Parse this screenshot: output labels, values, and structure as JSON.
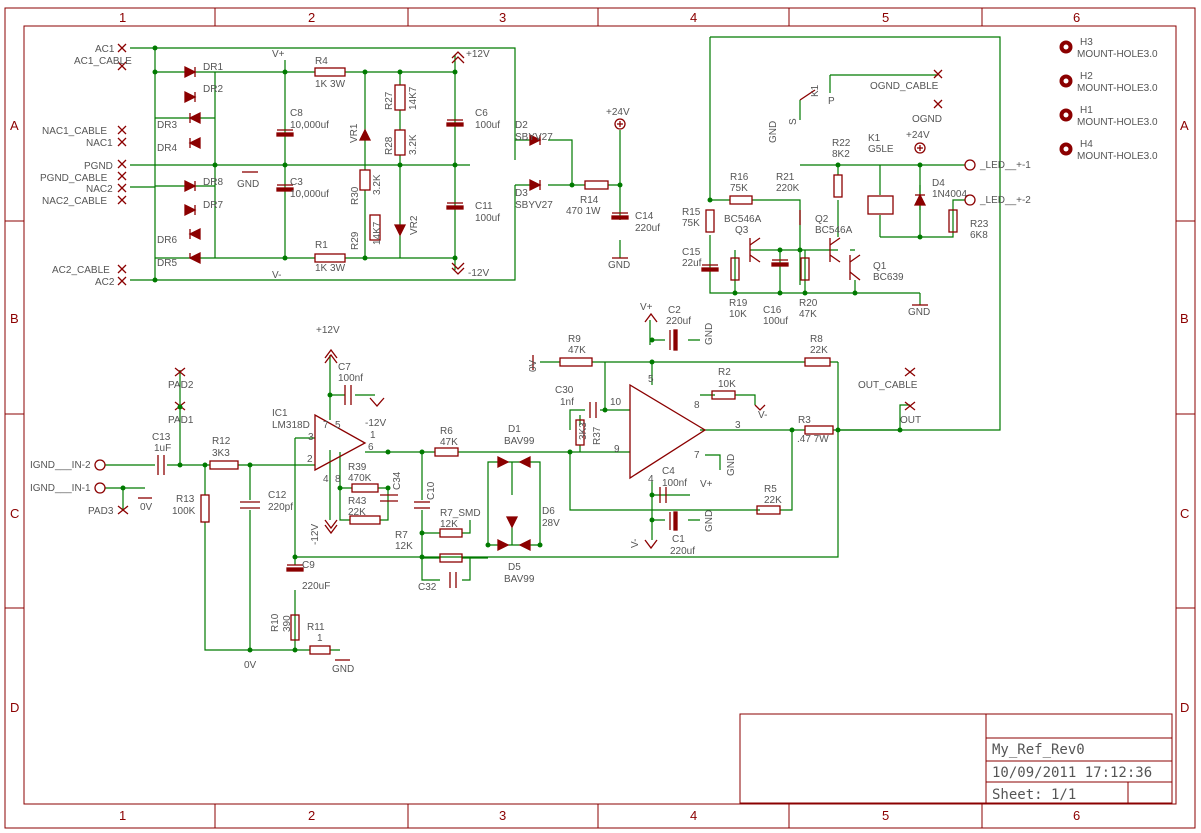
{
  "frame": {
    "columns": [
      "1",
      "2",
      "3",
      "4",
      "5",
      "6"
    ],
    "rows": [
      "A",
      "B",
      "C",
      "D"
    ]
  },
  "title_block": {
    "name": "My_Ref_Rev0",
    "datetime": "10/09/2011 17:12:36",
    "sheet": "Sheet: 1/1"
  },
  "power": {
    "ac1": "AC1",
    "ac1_cable": "AC1_CABLE",
    "nac1_cable": "NAC1_CABLE",
    "nac1": "NAC1",
    "pgnd": "PGND",
    "pgnd_cable": "PGND_CABLE",
    "nac2": "NAC2",
    "nac2_cable": "NAC2_CABLE",
    "ac2_cable": "AC2_CABLE",
    "ac2": "AC2",
    "dr1": "DR1",
    "dr2": "DR2",
    "dr3": "DR3",
    "dr4": "DR4",
    "dr5": "DR5",
    "dr6": "DR6",
    "dr7": "DR7",
    "dr8": "DR8",
    "gnd": "GND",
    "vplus": "V+",
    "vminus": "V-",
    "r4": "R4",
    "r4v": "1K 3W",
    "r1": "R1",
    "r1v": "1K 3W",
    "c8": "C8",
    "c8v": "10,000uf",
    "c3": "C3",
    "c3v": "10,000uf",
    "vr1": "VR1",
    "vr2": "VR2",
    "r27": "R27",
    "r27v": "14K7",
    "r28": "R28",
    "r28v": "3.2K",
    "r30": "R30",
    "r30v": "3.2K",
    "r29": "R29",
    "r29v": "14K7",
    "c6": "C6",
    "c6v": "100uf",
    "c11": "C11",
    "c11v": "100uf",
    "p12": "+12V",
    "m12": "-12V",
    "d2": "D2",
    "d2v": "SBYV27",
    "d3": "D3",
    "d3v": "SBYV27",
    "r14": "R14",
    "r14v": "470 1W",
    "p24": "+24V",
    "c14": "C14",
    "c14v": "220uf",
    "gnd2": "GND"
  },
  "relay": {
    "k1": "K1",
    "k1_p": "P",
    "k1_s": "S",
    "gnd": "GND",
    "ognd_cable": "OGND_CABLE",
    "ognd": "OGND",
    "r16": "R16",
    "r16v": "75K",
    "r21": "R21",
    "r21v": "220K",
    "r22": "R22",
    "r22v": "8K2",
    "k1b": "K1",
    "k1bv": "G5LE",
    "p24": "+24V",
    "d4": "D4",
    "d4v": "1N4004",
    "led1": "_LED__+-1",
    "led2": "_LED__+-2",
    "r15": "R15",
    "r15v": "75K",
    "q3": "Q3",
    "q3v": "BC546A",
    "q2": "Q2",
    "q2v": "BC546A",
    "c15": "C15",
    "c15v": "22uf",
    "q1": "Q1",
    "q1v": "BC639",
    "r23": "R23",
    "r23v": "6K8",
    "r19": "R19",
    "r19v": "10K",
    "c16": "C16",
    "c16v": "100uf",
    "r20": "R20",
    "r20v": "47K",
    "gnd2": "GND"
  },
  "mount": [
    {
      "ref": "H3",
      "val": "MOUNT-HOLE3.0"
    },
    {
      "ref": "H2",
      "val": "MOUNT-HOLE3.0"
    },
    {
      "ref": "H1",
      "val": "MOUNT-HOLE3.0"
    },
    {
      "ref": "H4",
      "val": "MOUNT-HOLE3.0"
    }
  ],
  "amp": {
    "p12": "+12V",
    "c7": "C7",
    "c7v": "100nf",
    "m12": "-12V",
    "ic1": "IC1",
    "ic1v": "LM318D",
    "pad2": "PAD2",
    "pad1": "PAD1",
    "pad3": "PAD3",
    "in2": "IGND___IN-2",
    "in1": "IGND___IN-1",
    "c13": "C13",
    "c13v": "1uF",
    "r12": "R12",
    "r12v": "3K3",
    "r13": "R13",
    "r13v": "100K",
    "c12": "C12",
    "c12v": "220pf",
    "zero_v": "0V",
    "r39": "R39",
    "r39v": "470K",
    "c34": "C34",
    "r43": "R43",
    "r43v": "22K",
    "m12b": "-12V",
    "c9": "C9",
    "c9v": "220uF",
    "r10": "R10",
    "r10v": "390",
    "r11": "R11",
    "r11v": "1",
    "gnd": "GND",
    "zero_v2": "0V",
    "r6": "R6",
    "r6v": "47K",
    "d1": "D1",
    "d1v": "BAV99",
    "c10": "C10",
    "r7smd": "R7_SMD",
    "r7smdv": "12K",
    "r7": "R7",
    "r7v": "12K",
    "d6": "D6",
    "d6v": "28V",
    "d5": "D5",
    "d5v": "BAV99",
    "c32": "C32",
    "zero_v3": "0V",
    "r9": "R9",
    "r9v": "47K",
    "c30": "C30",
    "c30v": "1nf",
    "r37": "R37",
    "r37v": "3K3",
    "vplus": "V+",
    "c2": "C2",
    "c2v": "220uf",
    "gnd2": "GND",
    "r8": "R8",
    "r8v": "22K",
    "r2": "R2",
    "r2v": "10K",
    "vminus": "V-",
    "r3": "R3",
    "r3v": ".47 7W",
    "out_cable": "OUT_CABLE",
    "out": "OUT",
    "c4": "C4",
    "c4v": "100nf",
    "vplus2": "V+",
    "r5": "R5",
    "r5v": "22K",
    "c1": "C1",
    "c1v": "220uf",
    "vminus2": "V-",
    "gnd3": "GND",
    "gnd4": "GND",
    "pin10": "10",
    "pin9": "9",
    "pin5": "5",
    "pin4": "4",
    "pin8": "8",
    "pin7": "7",
    "pin3": "3",
    "pin2": "2",
    "pin6": "6",
    "pin1": "1",
    "pin4b": "4",
    "pin8b": "8",
    "pin7b": "7",
    "pin5b": "5",
    "pin3b": "3"
  }
}
